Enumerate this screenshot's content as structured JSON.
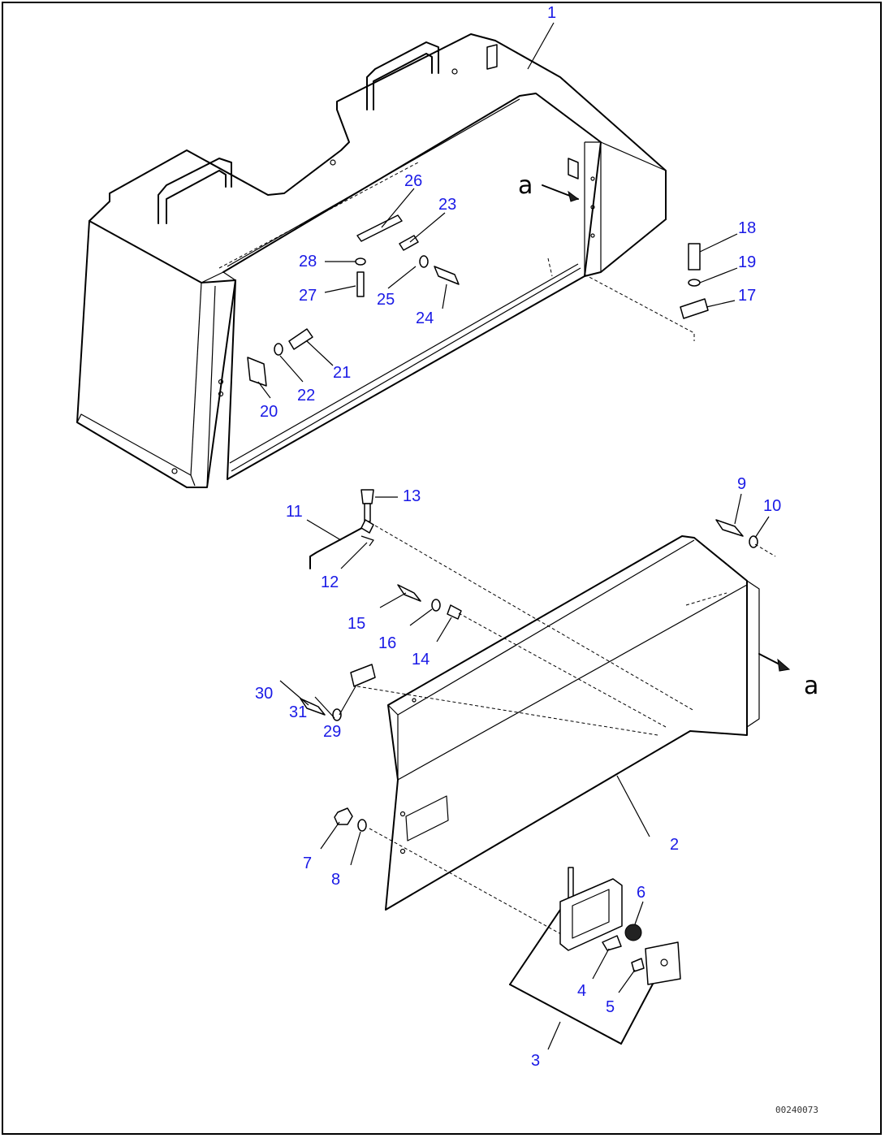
{
  "diagram": {
    "callouts": [
      {
        "id": "c1",
        "text": "1"
      },
      {
        "id": "c2",
        "text": "2"
      },
      {
        "id": "c3",
        "text": "3"
      },
      {
        "id": "c4",
        "text": "4"
      },
      {
        "id": "c5",
        "text": "5"
      },
      {
        "id": "c6",
        "text": "6"
      },
      {
        "id": "c7",
        "text": "7"
      },
      {
        "id": "c8",
        "text": "8"
      },
      {
        "id": "c9",
        "text": "9"
      },
      {
        "id": "c10",
        "text": "10"
      },
      {
        "id": "c11",
        "text": "11"
      },
      {
        "id": "c12",
        "text": "12"
      },
      {
        "id": "c13",
        "text": "13"
      },
      {
        "id": "c14",
        "text": "14"
      },
      {
        "id": "c15",
        "text": "15"
      },
      {
        "id": "c16",
        "text": "16"
      },
      {
        "id": "c17",
        "text": "17"
      },
      {
        "id": "c18",
        "text": "18"
      },
      {
        "id": "c19",
        "text": "19"
      },
      {
        "id": "c20",
        "text": "20"
      },
      {
        "id": "c21",
        "text": "21"
      },
      {
        "id": "c22",
        "text": "22"
      },
      {
        "id": "c23",
        "text": "23"
      },
      {
        "id": "c24",
        "text": "24"
      },
      {
        "id": "c25",
        "text": "25"
      },
      {
        "id": "c26",
        "text": "26"
      },
      {
        "id": "c27",
        "text": "27"
      },
      {
        "id": "c28",
        "text": "28"
      },
      {
        "id": "c29",
        "text": "29"
      },
      {
        "id": "c30",
        "text": "30"
      },
      {
        "id": "c31",
        "text": "31"
      }
    ],
    "view_marker": "a",
    "drawing_code": "00240073",
    "colors": {
      "callout": "#1a1ae6",
      "line": "#000000",
      "background": "#ffffff"
    }
  }
}
